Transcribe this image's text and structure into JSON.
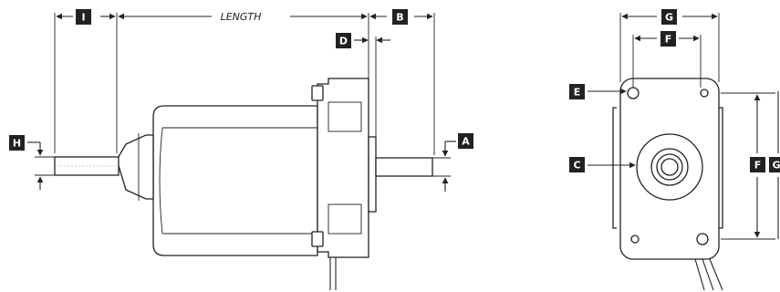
{
  "diagram": {
    "length_label": "LENGTH",
    "labels": {
      "A": "A",
      "B": "B",
      "C": "C",
      "D": "D",
      "E": "E",
      "F": "F",
      "G": "G",
      "H": "H",
      "I": "I"
    }
  }
}
